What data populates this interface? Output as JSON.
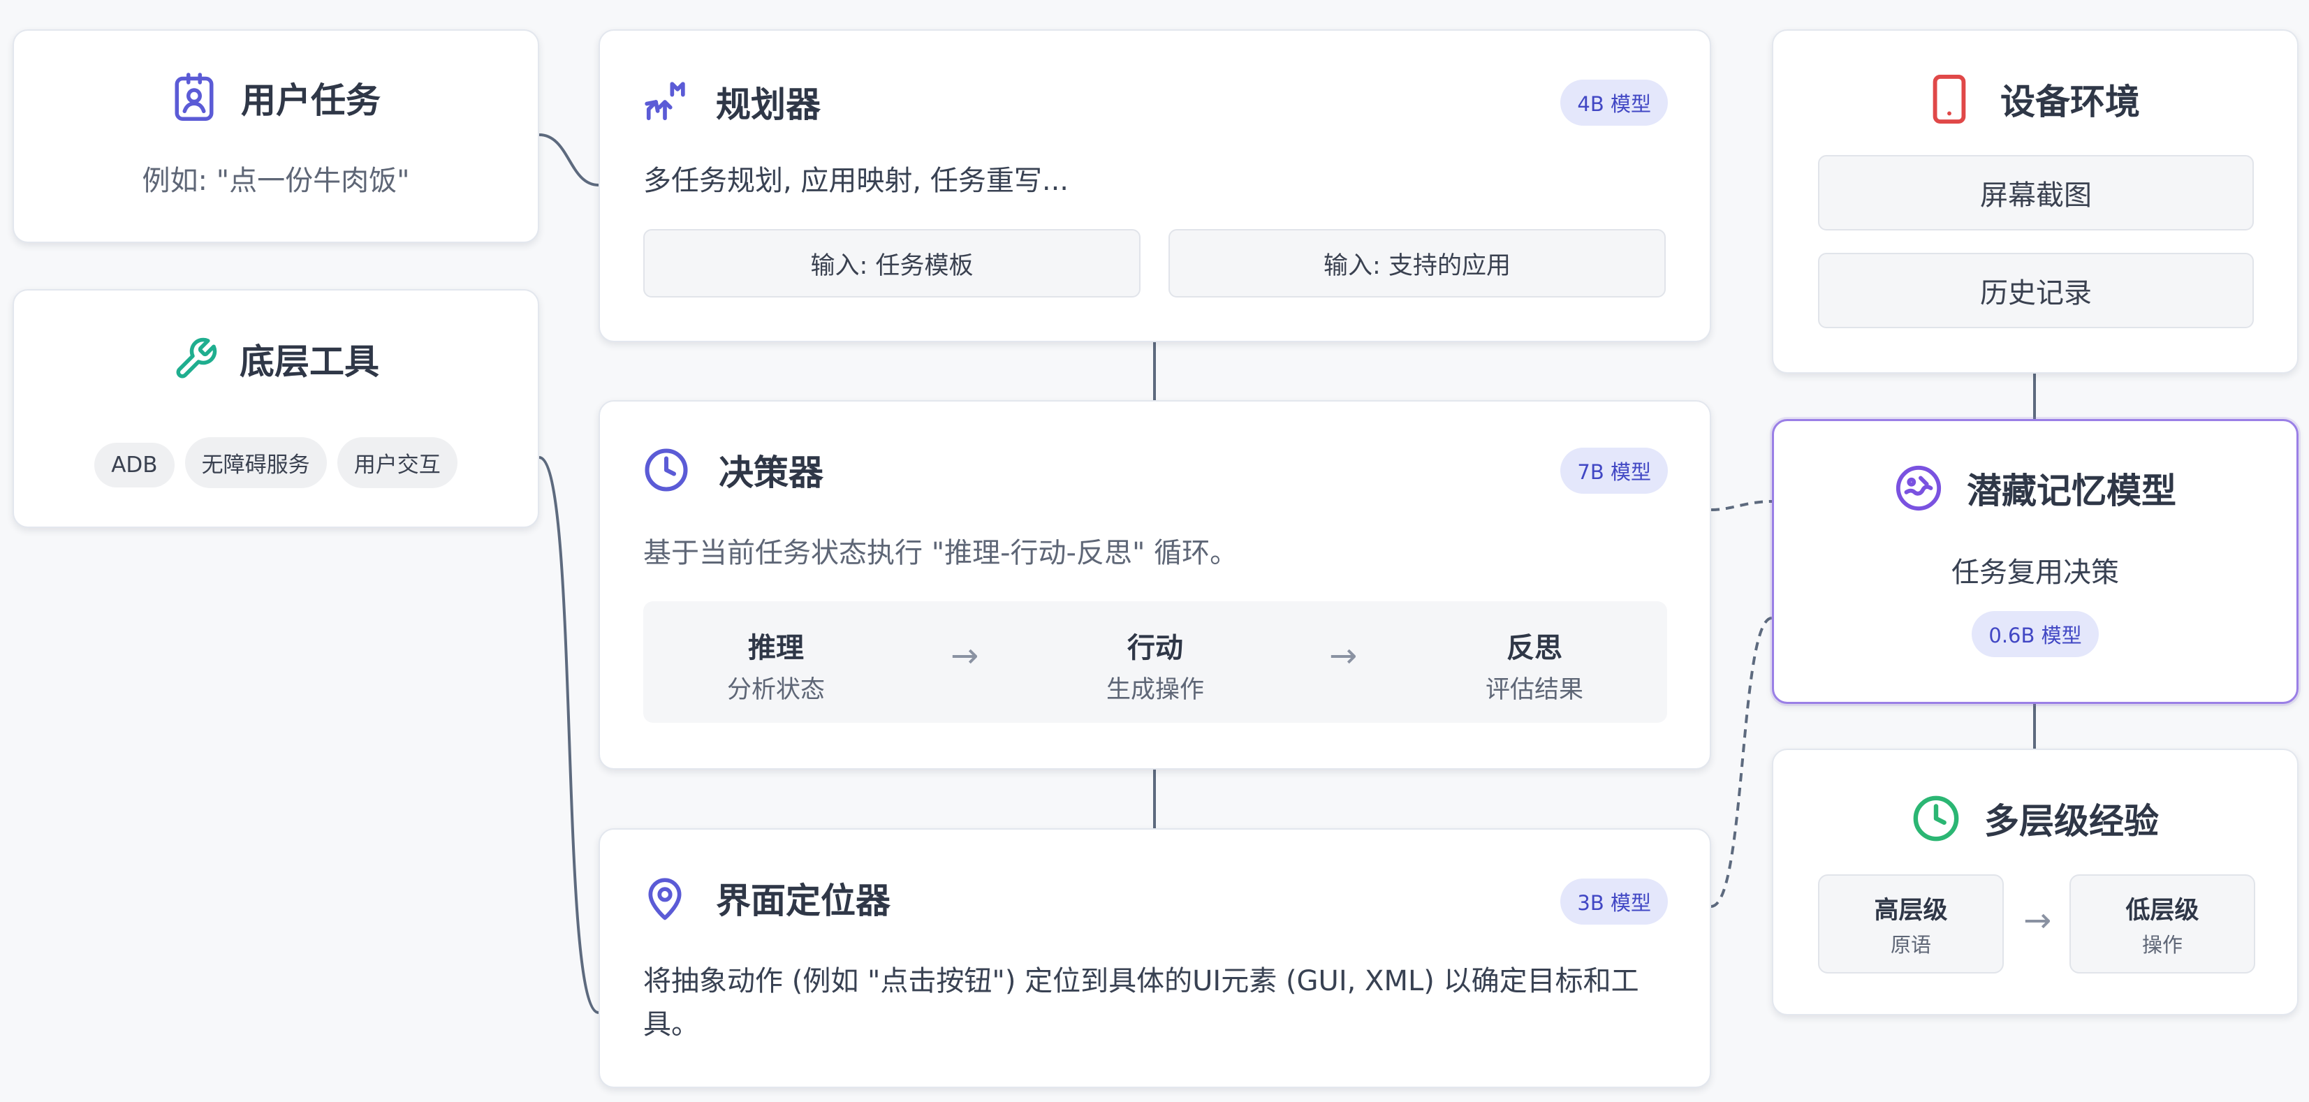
{
  "user_task": {
    "title": "用户任务",
    "example": "例如: \"点一份牛肉饭\"",
    "icon": "user-badge-icon"
  },
  "tools": {
    "title": "底层工具",
    "icon": "wrench-icon",
    "items": [
      "ADB",
      "无障碍服务",
      "用户交互"
    ]
  },
  "planner": {
    "title": "规划器",
    "icon": "route-icon",
    "badge": "4B 模型",
    "desc": "多任务规划, 应用映射, 任务重写...",
    "inputs": [
      "输入: 任务模板",
      "输入: 支持的应用"
    ]
  },
  "decider": {
    "title": "决策器",
    "icon": "clock-icon",
    "badge": "7B 模型",
    "desc": "基于当前任务状态执行 \"推理-行动-反思\" 循环。",
    "steps": [
      {
        "main": "推理",
        "sub": "分析状态"
      },
      {
        "main": "行动",
        "sub": "生成操作"
      },
      {
        "main": "反思",
        "sub": "评估结果"
      }
    ],
    "arrow": "→"
  },
  "grounder": {
    "title": "界面定位器",
    "icon": "map-pin-icon",
    "badge": "3B 模型",
    "desc": "将抽象动作 (例如 \"点击按钮\") 定位到具体的UI元素 (GUI, XML) 以确定目标和工具。"
  },
  "environment": {
    "title": "设备环境",
    "icon": "phone-icon",
    "items": [
      "屏幕截图",
      "历史记录"
    ]
  },
  "memory": {
    "title": "潜藏记忆模型",
    "icon": "brain-icon",
    "desc": "任务复用决策",
    "badge": "0.6B 模型"
  },
  "experience": {
    "title": "多层级经验",
    "icon": "history-clock-icon",
    "levels": [
      {
        "main": "高层级",
        "sub": "原语"
      },
      {
        "main": "低层级",
        "sub": "操作"
      }
    ],
    "arrow": "→"
  },
  "colors": {
    "accent": "#5b5bd6",
    "connector": "#5d6a7e",
    "memory_border": "#9a7fe6",
    "phone_red": "#e04848",
    "green": "#2bb673",
    "teal": "#1fae8f"
  }
}
